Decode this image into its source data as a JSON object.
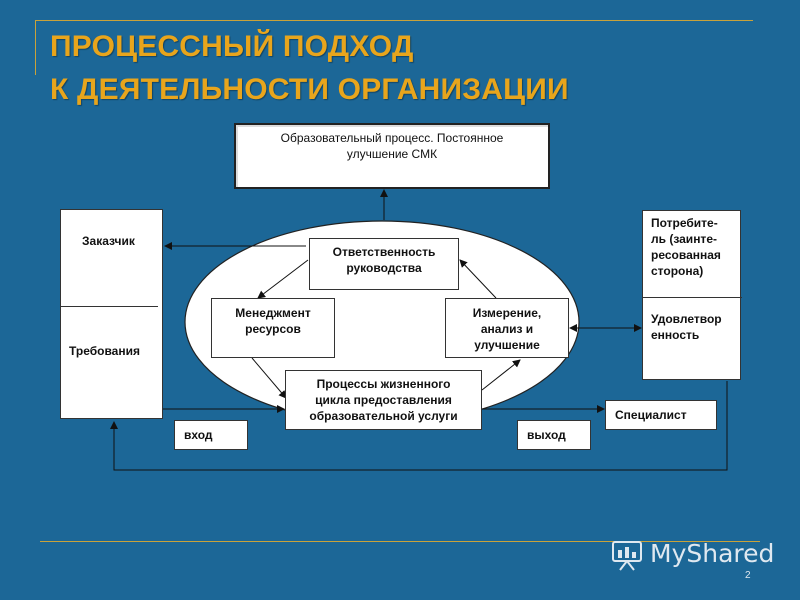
{
  "slide": {
    "title_line1": "ПРОЦЕССНЫЙ ПОДХОД",
    "title_line2": "К ДЕЯТЕЛЬНОСТИ ОРГАНИЗАЦИИ",
    "page_number": "2",
    "watermark": "MyShared"
  },
  "diagram": {
    "top_box": "Образовательный процесс. Постоянное\nулучшение СМК",
    "customer": "Заказчик",
    "requirements": "Требования",
    "consumer": "Потребите-\nль (заинте-\nресованная\nсторона)",
    "satisfaction": "Удовлетвор\nенность",
    "responsibility": "Ответственность\nруководства",
    "resources": "Менеджмент\nресурсов",
    "measurement": "Измерение,\nанализ и\nулучшение",
    "lifecycle": "Процессы жизненного\nцикла предоставления\nобразовательной услуги",
    "specialist": "Специалист",
    "input": "вход",
    "output": "выход"
  },
  "colors": {
    "background": "#1c6797",
    "title": "#e8a51c",
    "accent_lines": "#c9a23a"
  }
}
